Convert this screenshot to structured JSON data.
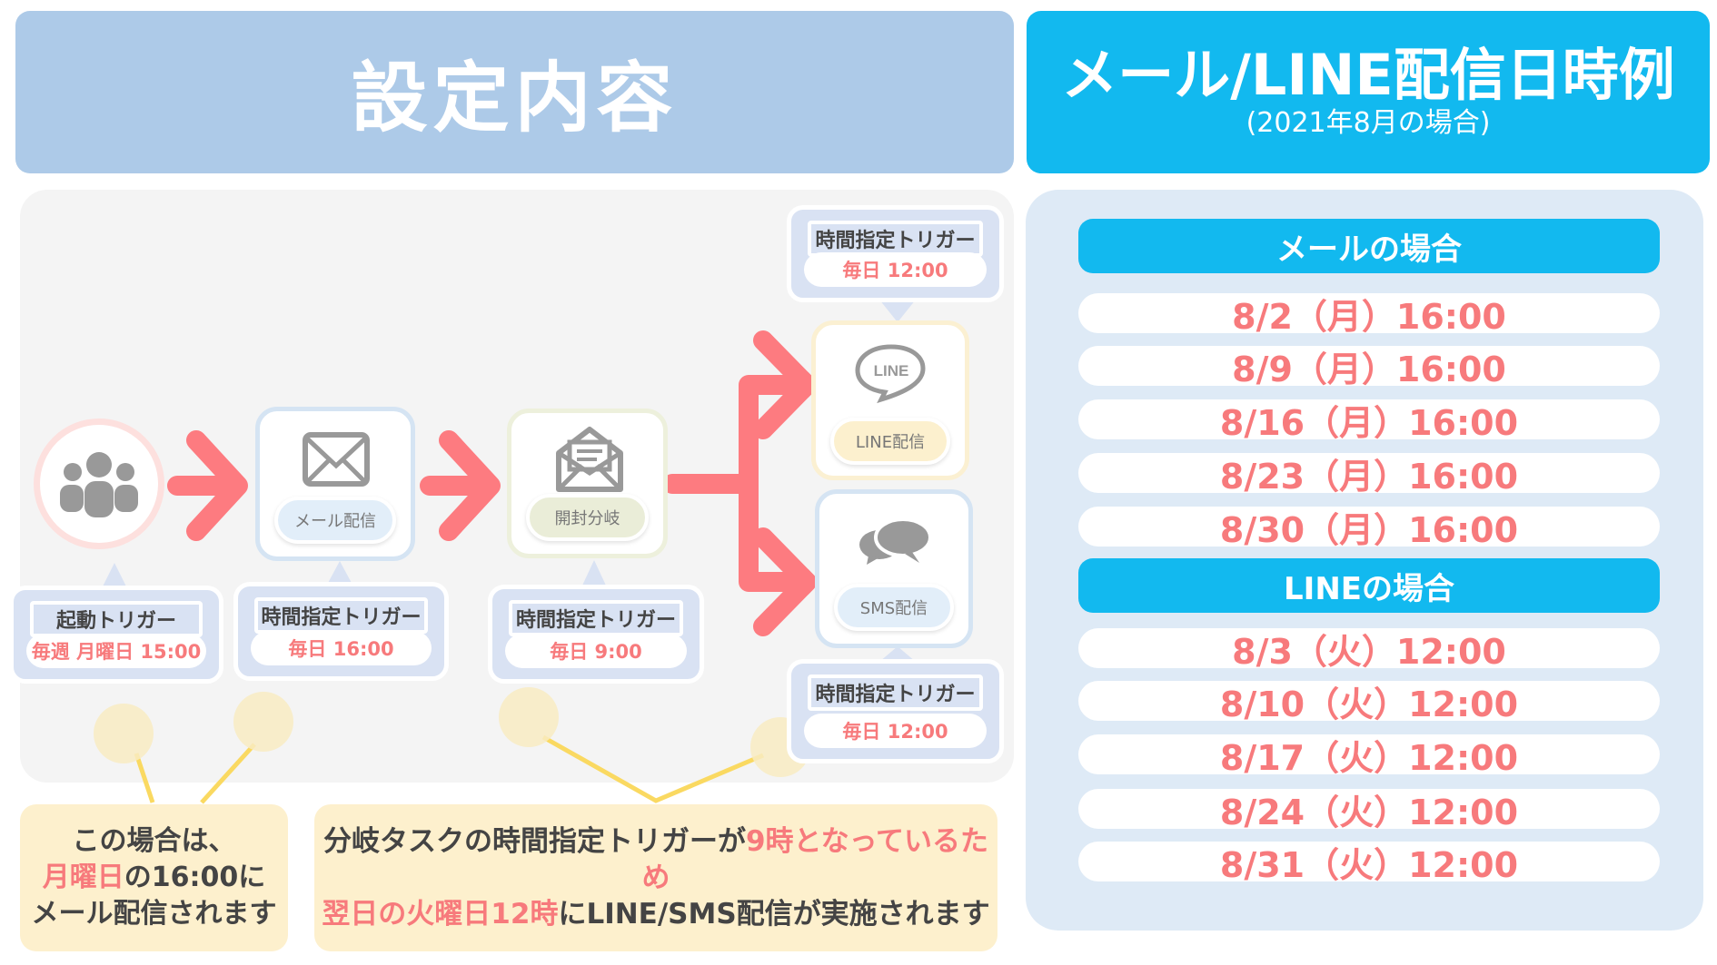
{
  "header_left": {
    "title": "設定内容"
  },
  "header_right": {
    "title": "メール/LINE配信日時例",
    "subtitle": "(2021年8月の場合)"
  },
  "flow": {
    "start": {
      "icon": "group-icon"
    },
    "mail": {
      "label": "メール配信",
      "icon": "envelope-icon"
    },
    "branch": {
      "label": "開封分岐",
      "icon": "open-envelope-icon"
    },
    "line": {
      "label": "LINE配信",
      "icon_text": "LINE"
    },
    "sms": {
      "label": "SMS配信",
      "icon": "chat-bubbles-icon"
    },
    "triggers": [
      {
        "title": "起動トリガー",
        "value": "毎週 月曜日 15:00"
      },
      {
        "title": "時間指定トリガー",
        "value": "毎日 16:00"
      },
      {
        "title": "時間指定トリガー",
        "value": "毎日 9:00"
      },
      {
        "title": "時間指定トリガー",
        "value": "毎日 12:00"
      },
      {
        "title": "時間指定トリガー",
        "value": "毎日 12:00"
      }
    ]
  },
  "notes": {
    "note1": {
      "line1": "この場合は、",
      "line2_red": "月曜日",
      "line2": "の16:00に",
      "line3": "メール配信されます"
    },
    "note2": {
      "line1": "分岐タスクの時間指定トリガーが",
      "line1_red": "9時となっているため",
      "line2_red": "翌日の火曜日12時",
      "line2": "にLINE/SMS配信が実施されます"
    }
  },
  "schedule": {
    "mail": {
      "title": "メールの場合",
      "rows": [
        "8/2（月）16:00",
        "8/9（月）16:00",
        "8/16（月）16:00",
        "8/23（月）16:00",
        "8/30（月）16:00"
      ]
    },
    "line": {
      "title": "LINEの場合",
      "rows": [
        "8/3（火）12:00",
        "8/10（火）12:00",
        "8/17（火）12:00",
        "8/24（火）12:00",
        "8/31（火）12:00"
      ]
    }
  },
  "colors": {
    "accent": "#12b9ef",
    "red": "#f77a7c",
    "header_left": "#adcae8"
  }
}
